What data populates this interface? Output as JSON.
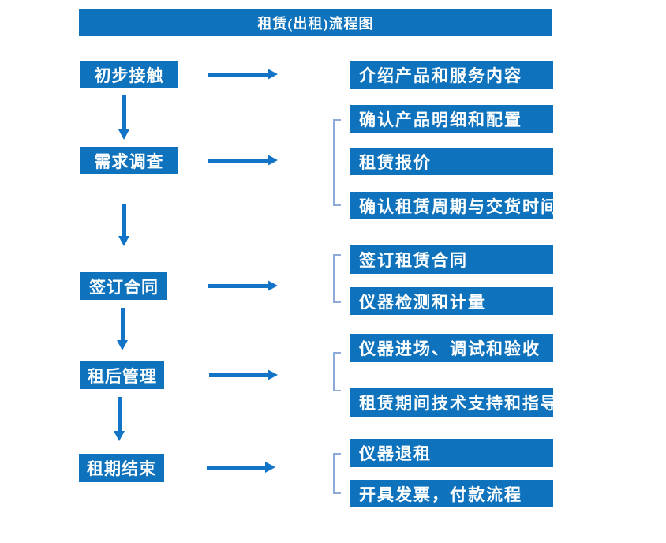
{
  "title": "租赁(出租)流程图",
  "colors": {
    "box": "#0F72BC",
    "arrow": "#1274C6",
    "bracket": "#8EAADB",
    "text": "#FFFFFF",
    "background": "#FFFFFF"
  },
  "groups": [
    {
      "step": "初步接触",
      "details": [
        "介绍产品和服务内容"
      ]
    },
    {
      "step": "需求调查",
      "details": [
        "确认产品明细和配置",
        "租赁报价",
        "确认租赁周期与交货时间"
      ]
    },
    {
      "step": "签订合同",
      "details": [
        "签订租赁合同",
        "仪器检测和计量"
      ]
    },
    {
      "step": "租后管理",
      "details": [
        "仪器进场、调试和验收",
        "租赁期间技术支持和指导"
      ]
    },
    {
      "step": "租期结束",
      "details": [
        "仪器退租",
        "开具发票，付款流程"
      ]
    }
  ]
}
